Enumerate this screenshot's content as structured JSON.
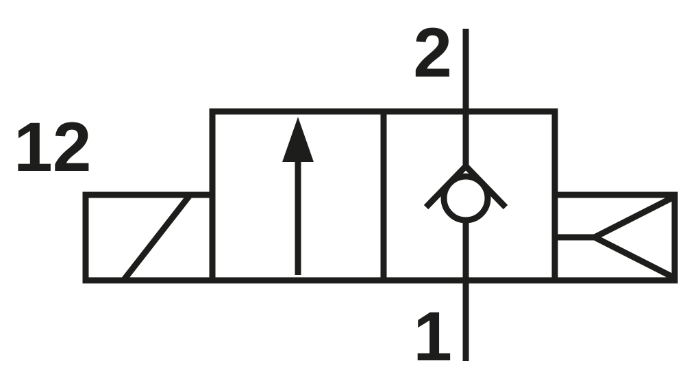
{
  "diagram": {
    "kind": "pneumatic-valve-schematic-symbol",
    "labels": {
      "pilot_port": "12",
      "top_port": "2",
      "bottom_port": "1"
    },
    "colors": {
      "line": "#1d1d1b",
      "background": "#ffffff"
    }
  }
}
